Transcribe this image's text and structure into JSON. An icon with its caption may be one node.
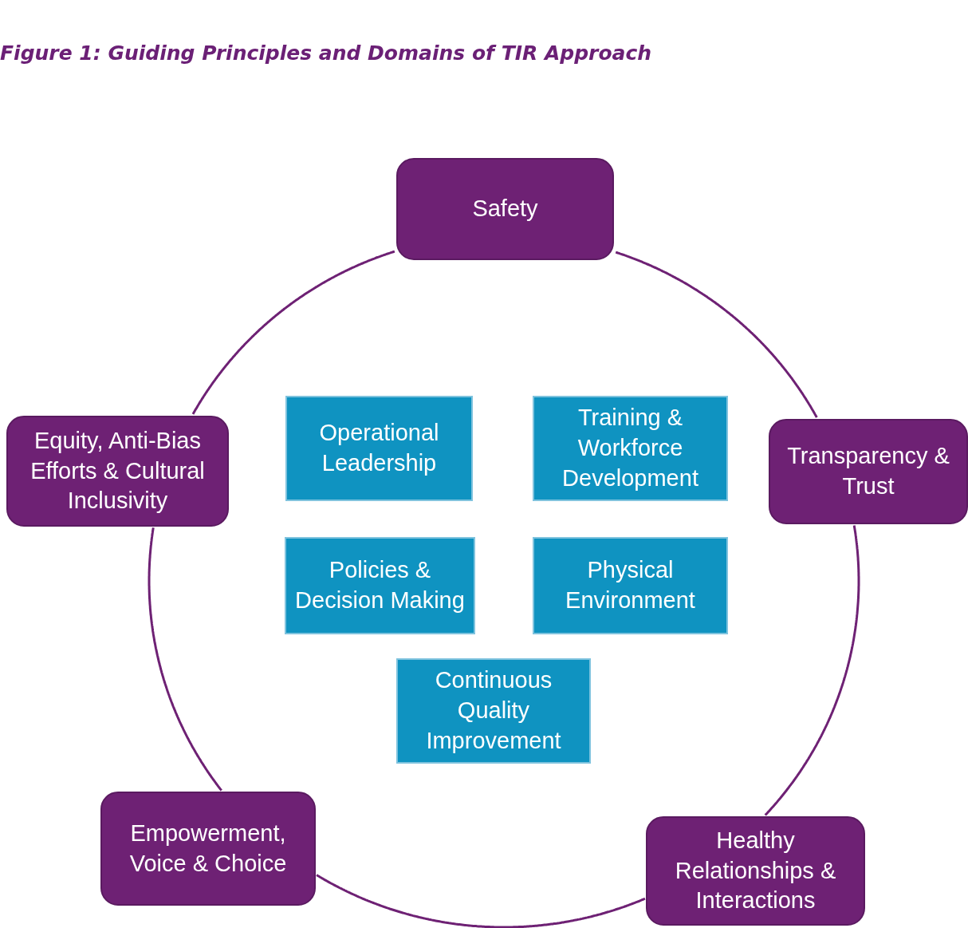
{
  "diagram": {
    "title": "Figure 1: Guiding Principles and Domains of TIR Approach",
    "nodes": [
      {
        "text": [
          "Safety"
        ]
      },
      {
        "text": [
          "Equity, Anti-Bias Efforts & Cultural Inclusivity"
        ]
      },
      {
        "text": [
          "Operational Leadership"
        ]
      },
      {
        "text": [
          "Training & Workforce Development"
        ]
      },
      {
        "text": [
          "Transparency & Trust"
        ]
      },
      {
        "text": [
          "Policies & Decision Making"
        ]
      },
      {
        "text": [
          "Physical Environment"
        ]
      },
      {
        "text": [
          "Continuous Quality Improvement"
        ]
      },
      {
        "text": [
          "Empowerment, Voice & Choice"
        ]
      },
      {
        "text": [
          "Healthy Relationships & Interactions"
        ]
      }
    ],
    "edges": [
      {
        "from": 0,
        "to": 4,
        "arrow": "none"
      },
      {
        "from": 4,
        "to": 9,
        "arrow": "none"
      },
      {
        "from": 9,
        "to": 8,
        "arrow": "none"
      },
      {
        "from": 8,
        "to": 1,
        "arrow": "none"
      },
      {
        "from": 1,
        "to": 0,
        "arrow": "none"
      }
    ]
  }
}
